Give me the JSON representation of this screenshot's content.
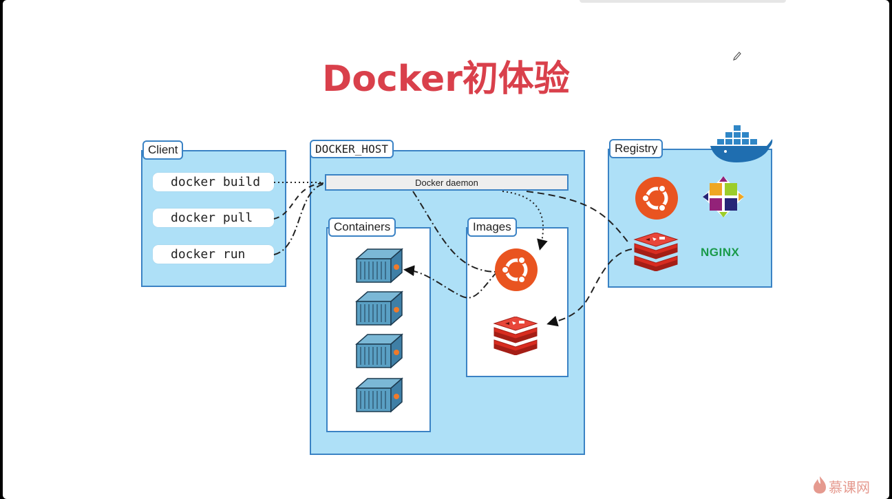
{
  "title": "Docker初体验",
  "client": {
    "label": "Client",
    "commands": [
      "docker build",
      "docker pull",
      "docker run"
    ]
  },
  "docker_host": {
    "label": "DOCKER_HOST",
    "daemon_label": "Docker daemon",
    "containers_label": "Containers",
    "images_label": "Images"
  },
  "registry": {
    "label": "Registry",
    "nginx_label": "NGINX"
  },
  "watermark": "慕课网",
  "colors": {
    "title": "#d9404b",
    "panel_fill": "#aee0f7",
    "panel_border": "#3a82c4",
    "ubuntu": "#e95420",
    "redis": "#d82c20",
    "nginx": "#1a9a4a"
  },
  "icons": [
    "ubuntu-logo-icon",
    "redis-logo-icon",
    "centos-logo-icon",
    "nginx-logo",
    "docker-whale-icon",
    "container-icon",
    "pencil-icon"
  ]
}
